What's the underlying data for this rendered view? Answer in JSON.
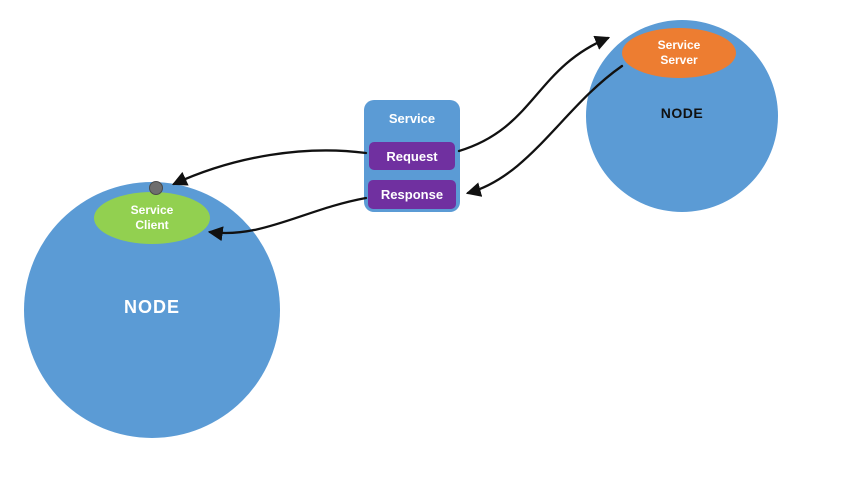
{
  "diagram": {
    "left_node": {
      "label": "NODE"
    },
    "right_node": {
      "label": "NODE"
    },
    "service_client": {
      "label": "Service Client"
    },
    "service_server": {
      "label": "Service Server"
    },
    "service": {
      "title": "Service",
      "request_label": "Request",
      "response_label": "Response"
    },
    "colors": {
      "node_blue": "#5b9bd5",
      "client_green": "#92d050",
      "server_orange": "#ed7d31",
      "action_purple": "#7030a0",
      "arrow_black": "#111111",
      "dot_gray": "#6e6e6e"
    }
  }
}
